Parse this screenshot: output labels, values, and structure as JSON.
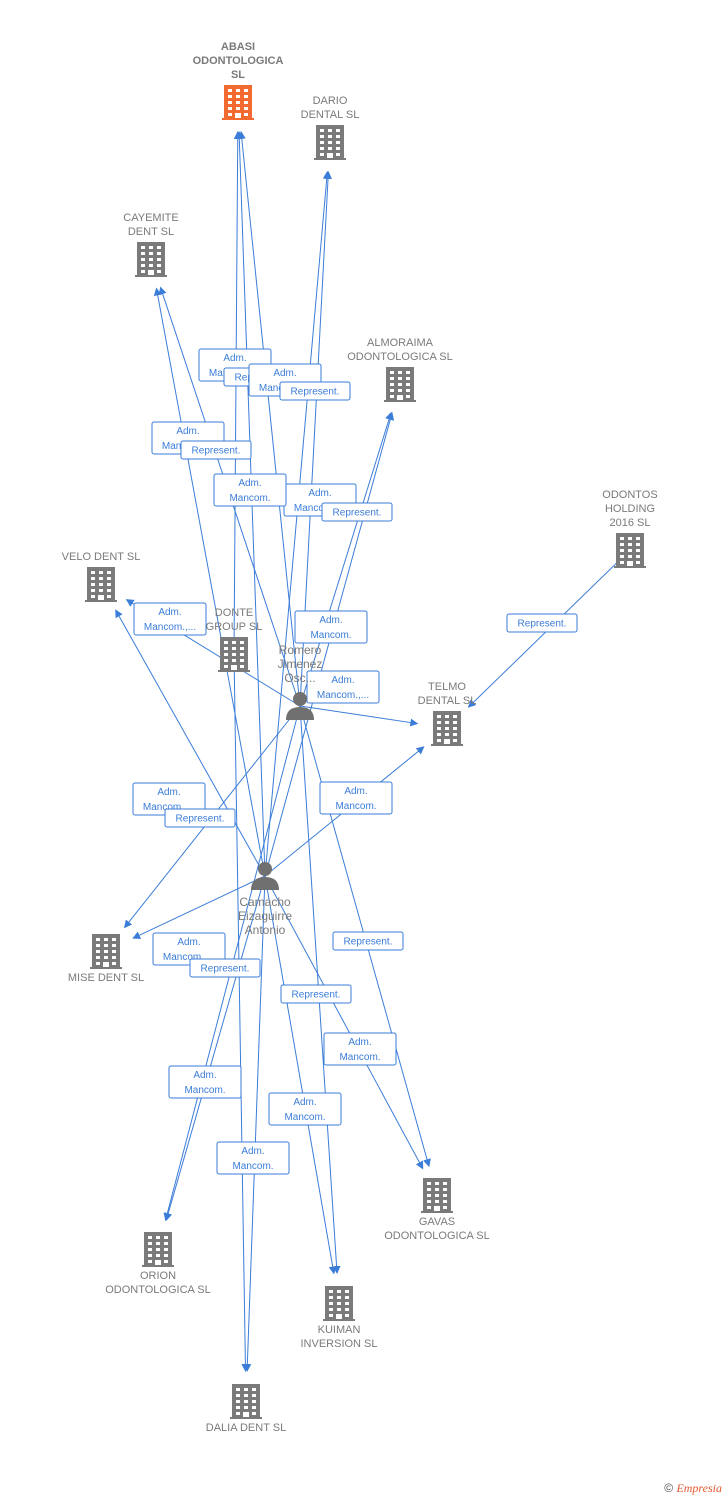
{
  "nodes": {
    "abasi": {
      "label": [
        "ABASI",
        "ODONTOLOGICA",
        "SL"
      ],
      "type": "company",
      "highlight": true
    },
    "dario": {
      "label": [
        "DARIO",
        "DENTAL SL"
      ],
      "type": "company"
    },
    "cayemite": {
      "label": [
        "CAYEMITE",
        "DENT SL"
      ],
      "type": "company"
    },
    "almoraima": {
      "label": [
        "ALMORAIMA",
        "ODONTOLOGICA SL"
      ],
      "type": "company"
    },
    "odontos": {
      "label": [
        "ODONTOS",
        "HOLDING",
        "2016  SL"
      ],
      "type": "company"
    },
    "velo": {
      "label": [
        "VELO DENT SL"
      ],
      "type": "company"
    },
    "donte": {
      "label": [
        "DONTE",
        "GROUP  SL"
      ],
      "type": "company"
    },
    "telmo": {
      "label": [
        "TELMO",
        "DENTAL SL"
      ],
      "type": "company"
    },
    "mise": {
      "label": [
        "MISE DENT SL"
      ],
      "type": "company"
    },
    "gavas": {
      "label": [
        "GAVAS",
        "ODONTOLOGICA SL"
      ],
      "type": "company"
    },
    "orion": {
      "label": [
        "ORION",
        "ODONTOLOGICA SL"
      ],
      "type": "company"
    },
    "kuiman": {
      "label": [
        "KUIMAN",
        "INVERSION SL"
      ],
      "type": "company"
    },
    "dalia": {
      "label": [
        "DALIA DENT SL"
      ],
      "type": "company"
    },
    "romero": {
      "label": [
        "Romero",
        "Jimenez",
        "Osc..."
      ],
      "type": "person"
    },
    "camacho": {
      "label": [
        "Camacho",
        "Eizaguirre",
        "Antonio"
      ],
      "type": "person"
    }
  },
  "edges": [
    {
      "from": "camacho",
      "to": "abasi",
      "label": [
        "Adm.",
        "Mancom.,..."
      ]
    },
    {
      "from": "romero",
      "to": "abasi",
      "label": [
        "Represent."
      ]
    },
    {
      "from": "camacho",
      "to": "dario",
      "label": [
        "Adm.",
        "Mancom.,..."
      ]
    },
    {
      "from": "romero",
      "to": "dario",
      "label": [
        "Represent."
      ]
    },
    {
      "from": "camacho",
      "to": "cayemite",
      "label": [
        "Adm.",
        "Mancom.,..."
      ]
    },
    {
      "from": "romero",
      "to": "cayemite",
      "label": [
        "Represent."
      ]
    },
    {
      "from": "camacho",
      "to": "almoraima",
      "label": [
        "Adm.",
        "Mancom.,..."
      ]
    },
    {
      "from": "romero",
      "to": "almoraima",
      "label": [
        "Represent."
      ]
    },
    {
      "from": "odontos",
      "to": "telmo",
      "label": [
        "Represent."
      ]
    },
    {
      "from": "camacho",
      "to": "velo",
      "label": [
        "Adm.",
        "Mancom.,..."
      ]
    },
    {
      "from": "romero",
      "to": "velo",
      "label": [
        "Adm.",
        "Mancom."
      ]
    },
    {
      "from": "donte",
      "to": "abasi",
      "label": [
        "Adm.",
        "Mancom."
      ]
    },
    {
      "from": "camacho",
      "to": "telmo",
      "label": [
        "Adm.",
        "Mancom."
      ]
    },
    {
      "from": "romero",
      "to": "telmo",
      "label": [
        "Adm.",
        "Mancom.,..."
      ]
    },
    {
      "from": "camacho",
      "to": "mise",
      "label": [
        "Adm.",
        "Mancom.,..."
      ]
    },
    {
      "from": "romero",
      "to": "mise",
      "label": [
        "Represent."
      ]
    },
    {
      "from": "camacho",
      "to": "gavas",
      "label": [
        "Adm.",
        "Mancom."
      ]
    },
    {
      "from": "romero",
      "to": "gavas",
      "label": [
        "Represent."
      ]
    },
    {
      "from": "camacho",
      "to": "orion",
      "label": [
        "Adm.",
        "Mancom.,..."
      ]
    },
    {
      "from": "romero",
      "to": "orion",
      "label": [
        "Represent."
      ]
    },
    {
      "from": "camacho",
      "to": "kuiman",
      "label": [
        "Adm.",
        "Mancom."
      ]
    },
    {
      "from": "romero",
      "to": "kuiman",
      "label": [
        "Represent."
      ]
    },
    {
      "from": "camacho",
      "to": "dalia",
      "label": [
        "Adm.",
        "Mancom."
      ]
    },
    {
      "from": "donte",
      "to": "dalia",
      "label": [
        "Adm.",
        "Mancom."
      ]
    }
  ],
  "footer": {
    "copyright": "©",
    "brand": "Empresia"
  }
}
